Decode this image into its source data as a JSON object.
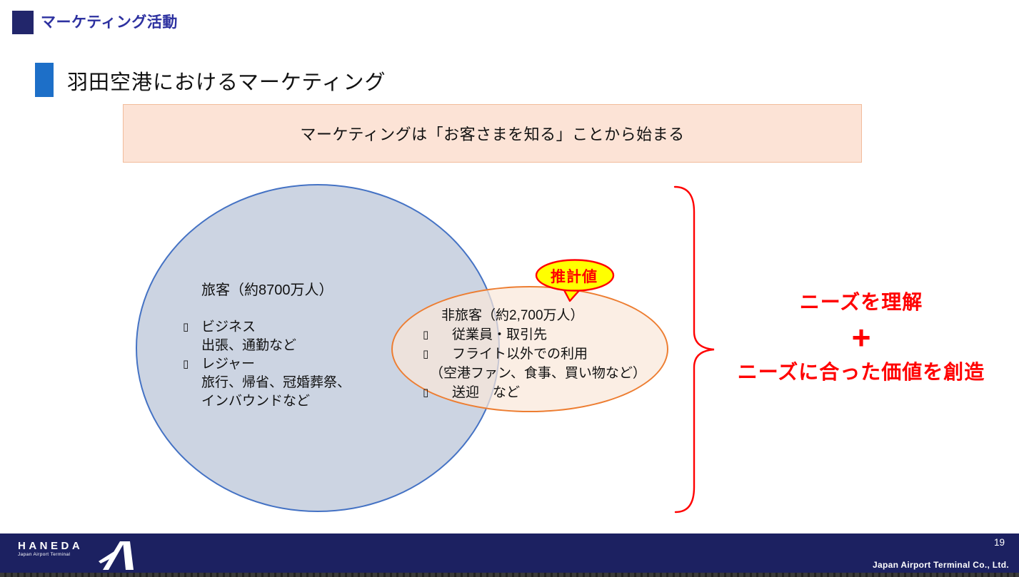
{
  "slide": {
    "header": {
      "label": "マーケティング活動"
    },
    "title": "羽田空港におけるマーケティング",
    "banner": "マーケティングは「お客さまを知る」ことから始まる",
    "venn": {
      "passenger": {
        "title": "旅客（約8700万人）",
        "lines": [
          {
            "bullet": "▯",
            "text": "ビジネス"
          },
          {
            "bullet": "",
            "text": "出張、通勤など"
          },
          {
            "bullet": "▯",
            "text": "レジャー"
          },
          {
            "bullet": "",
            "text": "旅行、帰省、冠婚葬祭、"
          },
          {
            "bullet": "",
            "text": "インバウンドなど"
          }
        ]
      },
      "non_passenger": {
        "title": "非旅客（約2,700万人）",
        "lines": [
          {
            "bullet": "▯",
            "text": "従業員・取引先"
          },
          {
            "bullet": "▯",
            "text": "フライト以外での利用"
          },
          {
            "bullet": "",
            "text": "（空港ファン、食事、買い物など）"
          },
          {
            "bullet": "▯",
            "text": "送迎　など"
          }
        ],
        "callout": "推計値"
      }
    },
    "right_note": {
      "line1": "ニーズを理解",
      "plus": "+",
      "line2": "ニーズに合った価値を創造"
    },
    "footer": {
      "logo_text": "HANEDA",
      "logo_subtext": "Japan Airport Terminal",
      "page_number": "19",
      "company": "Japan Airport Terminal Co., Ltd."
    },
    "colors": {
      "navy": "#1C2161",
      "header_text_blue": "#2D31A0",
      "title_bar_blue": "#1D6FC8",
      "banner_fill": "#FCE3D6",
      "circle_fill": "#CCD4E2",
      "circle_border": "#4472C4",
      "ellipse_border": "#ED7D31",
      "callout_fill": "#FFFF00",
      "accent_red": "#FF0000"
    }
  }
}
